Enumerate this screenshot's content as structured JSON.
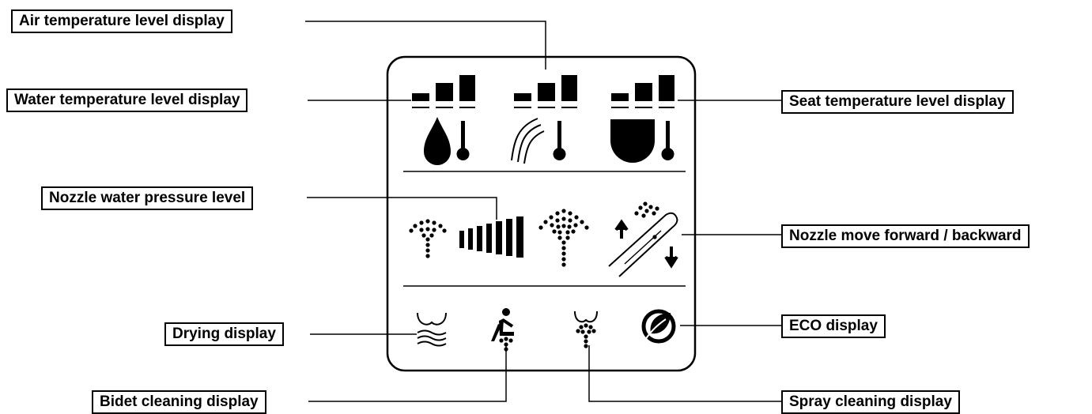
{
  "labels": {
    "air_temp": "Air temperature level display",
    "water_temp": "Water temperature level display",
    "seat_temp": "Seat temperature level display",
    "nozzle_pressure": "Nozzle water pressure level",
    "nozzle_move": "Nozzle move forward / backward",
    "drying": "Drying display",
    "eco": "ECO display",
    "bidet": "Bidet cleaning display",
    "spray": "Spray cleaning display"
  },
  "icons": [
    "water-drop-icon",
    "thermometer-icon",
    "air-waves-icon",
    "seat-icon",
    "spray-narrow-icon",
    "pressure-bars-icon",
    "spray-wide-icon",
    "nozzle-position-icon",
    "arrow-up-icon",
    "arrow-down-icon",
    "drying-icon",
    "bidet-person-icon",
    "spray-cleaning-icon",
    "eco-leaf-icon"
  ],
  "colors": {
    "ink": "#000000",
    "background": "#ffffff"
  }
}
